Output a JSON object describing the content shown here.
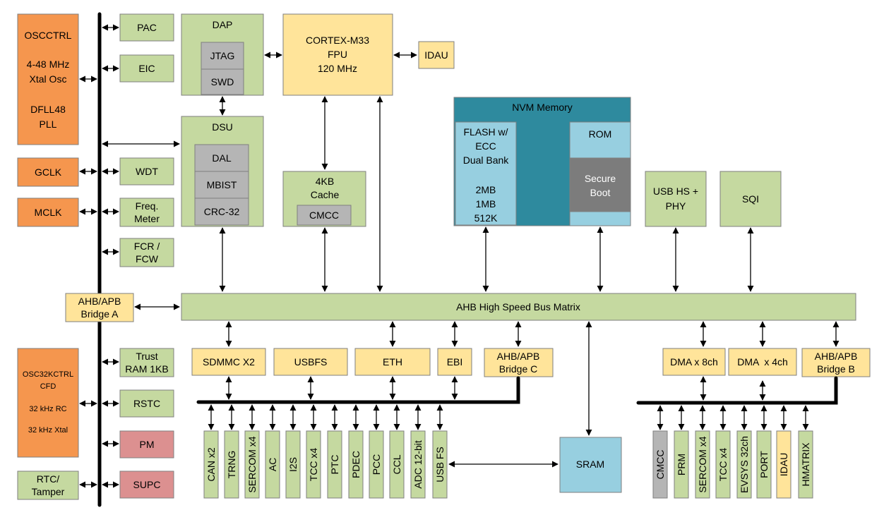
{
  "colors": {
    "green": "#c5d9a0",
    "yellow": "#ffe49a",
    "orange": "#f5964e",
    "red": "#dc9090",
    "nvm_teal": "#2e8a9e",
    "light_blue": "#97cfe0",
    "gray": "#b5b5b5",
    "dark_gray": "#7c7c7c"
  },
  "left_clock": {
    "oscctrl": [
      "OSCCTRL",
      "4-48 MHz",
      "Xtal Osc",
      "DFLL48",
      "PLL"
    ],
    "gclk": "GCLK",
    "mclk": "MCLK",
    "osc32kctrl": [
      "OSC32KCTRL",
      "CFD",
      "32 kHz RC",
      "32 kHz Xtal"
    ],
    "rtc": [
      "RTC/",
      "Tamper"
    ]
  },
  "apb_a_peripherals": {
    "pac": "PAC",
    "eic": "EIC",
    "wdt": "WDT",
    "freq_meter": [
      "Freq.",
      "Meter"
    ],
    "fcr": [
      "FCR /",
      "FCW"
    ],
    "trust_ram": [
      "Trust",
      "RAM 1KB"
    ],
    "rstc": "RSTC",
    "pm": "PM",
    "supc": "SUPC"
  },
  "bridge_a": [
    "AHB/APB",
    "Bridge A"
  ],
  "dap": {
    "title": "DAP",
    "jtag": "JTAG",
    "swd": "SWD"
  },
  "dsu": {
    "title": "DSU",
    "dal": "DAL",
    "mbist": "MBIST",
    "crc": "CRC-32"
  },
  "cpu": [
    "CORTEX-M33",
    "FPU",
    "120 MHz"
  ],
  "idau_top": "IDAU",
  "cache": {
    "title": [
      "4KB",
      "Cache"
    ],
    "cmcc": "CMCC"
  },
  "nvm": {
    "title": "NVM Memory",
    "flash": [
      "FLASH w/",
      "ECC",
      "Dual Bank",
      "",
      "2MB",
      "1MB",
      "512K"
    ],
    "rom": "ROM",
    "secure_boot": [
      "Secure",
      "Boot"
    ]
  },
  "usb_hs": [
    "USB HS +",
    "PHY"
  ],
  "sqi": "SQI",
  "bus_matrix": "AHB High Speed Bus Matrix",
  "ahb_slaves": {
    "sdmmc": "SDMMC X2",
    "usbfs": "USBFS",
    "eth": "ETH",
    "ebi": "EBI",
    "bridge_c": [
      "AHB/APB",
      "Bridge C"
    ],
    "dma8": "DMA x 8ch",
    "dma4": "DMA  x 4ch",
    "bridge_b": [
      "AHB/APB",
      "Bridge B"
    ]
  },
  "sram": "SRAM",
  "bridge_c_peripherals": [
    "CAN x2",
    "TRNG",
    "SERCOM x4",
    "AC",
    "I2S",
    "TCC x4",
    "PTC",
    "PDEC",
    "PCC",
    "CCL",
    "ADC 12-bit",
    "USB FS"
  ],
  "bridge_b_peripherals": [
    "CMCC",
    "PRM",
    "SERCOM x4",
    "TCC x4",
    "EVSYS 32ch",
    "PORT",
    "IDAU",
    "HMATRIX"
  ]
}
